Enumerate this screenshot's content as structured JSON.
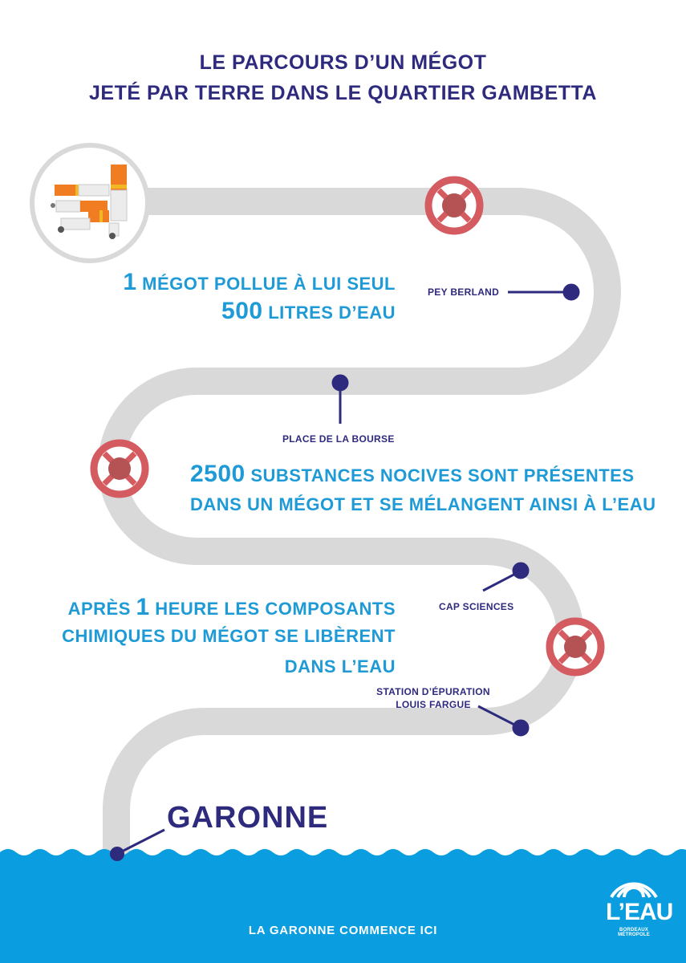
{
  "title": {
    "line1": "LE PARCOURS D’UN MÉGOT",
    "line2": "JETÉ PAR TERRE DANS LE QUARTIER GAMBETTA"
  },
  "facts": [
    {
      "l1_num": "1",
      "l1_text": " MÉGOT POLLUE À LUI SEUL",
      "l2_num": "500",
      "l2_text": " LITRES D’EAU"
    },
    {
      "l1_num": "2500",
      "l1_text": " SUBSTANCES NOCIVES SONT PRÉSENTES",
      "l2_text": "DANS UN MÉGOT ET SE MÉLANGENT AINSI À L’EAU"
    },
    {
      "l1_pre": "APRÈS ",
      "l1_num": "1",
      "l1_text": " HEURE LES COMPOSANTS",
      "l2_text": "CHIMIQUES DU MÉGOT SE LIBÈRENT",
      "l3_text": "DANS L’EAU"
    }
  ],
  "stops": {
    "pey_berland": "PEY BERLAND",
    "bourse": "PLACE DE LA BOURSE",
    "cap_sciences": "CAP SCIENCES",
    "station_l1": "STATION D’ÉPURATION",
    "station_l2": "LOUIS FARGUE"
  },
  "garonne": "GARONNE",
  "footer": "LA GARONNE COMMENCE ICI",
  "logo": {
    "main": "L’EAU",
    "sub": "BORDEAUX MÉTROPOLE"
  },
  "icons": [
    "cigarette-butts-icon",
    "drain-icon",
    "drain-icon",
    "drain-icon",
    "waves-icon"
  ],
  "colors": {
    "title": "#2e2a7e",
    "fact": "#1e9ad6",
    "path": "#d9d9d9",
    "drain": "#d45b5f",
    "water": "#0a9de0"
  }
}
